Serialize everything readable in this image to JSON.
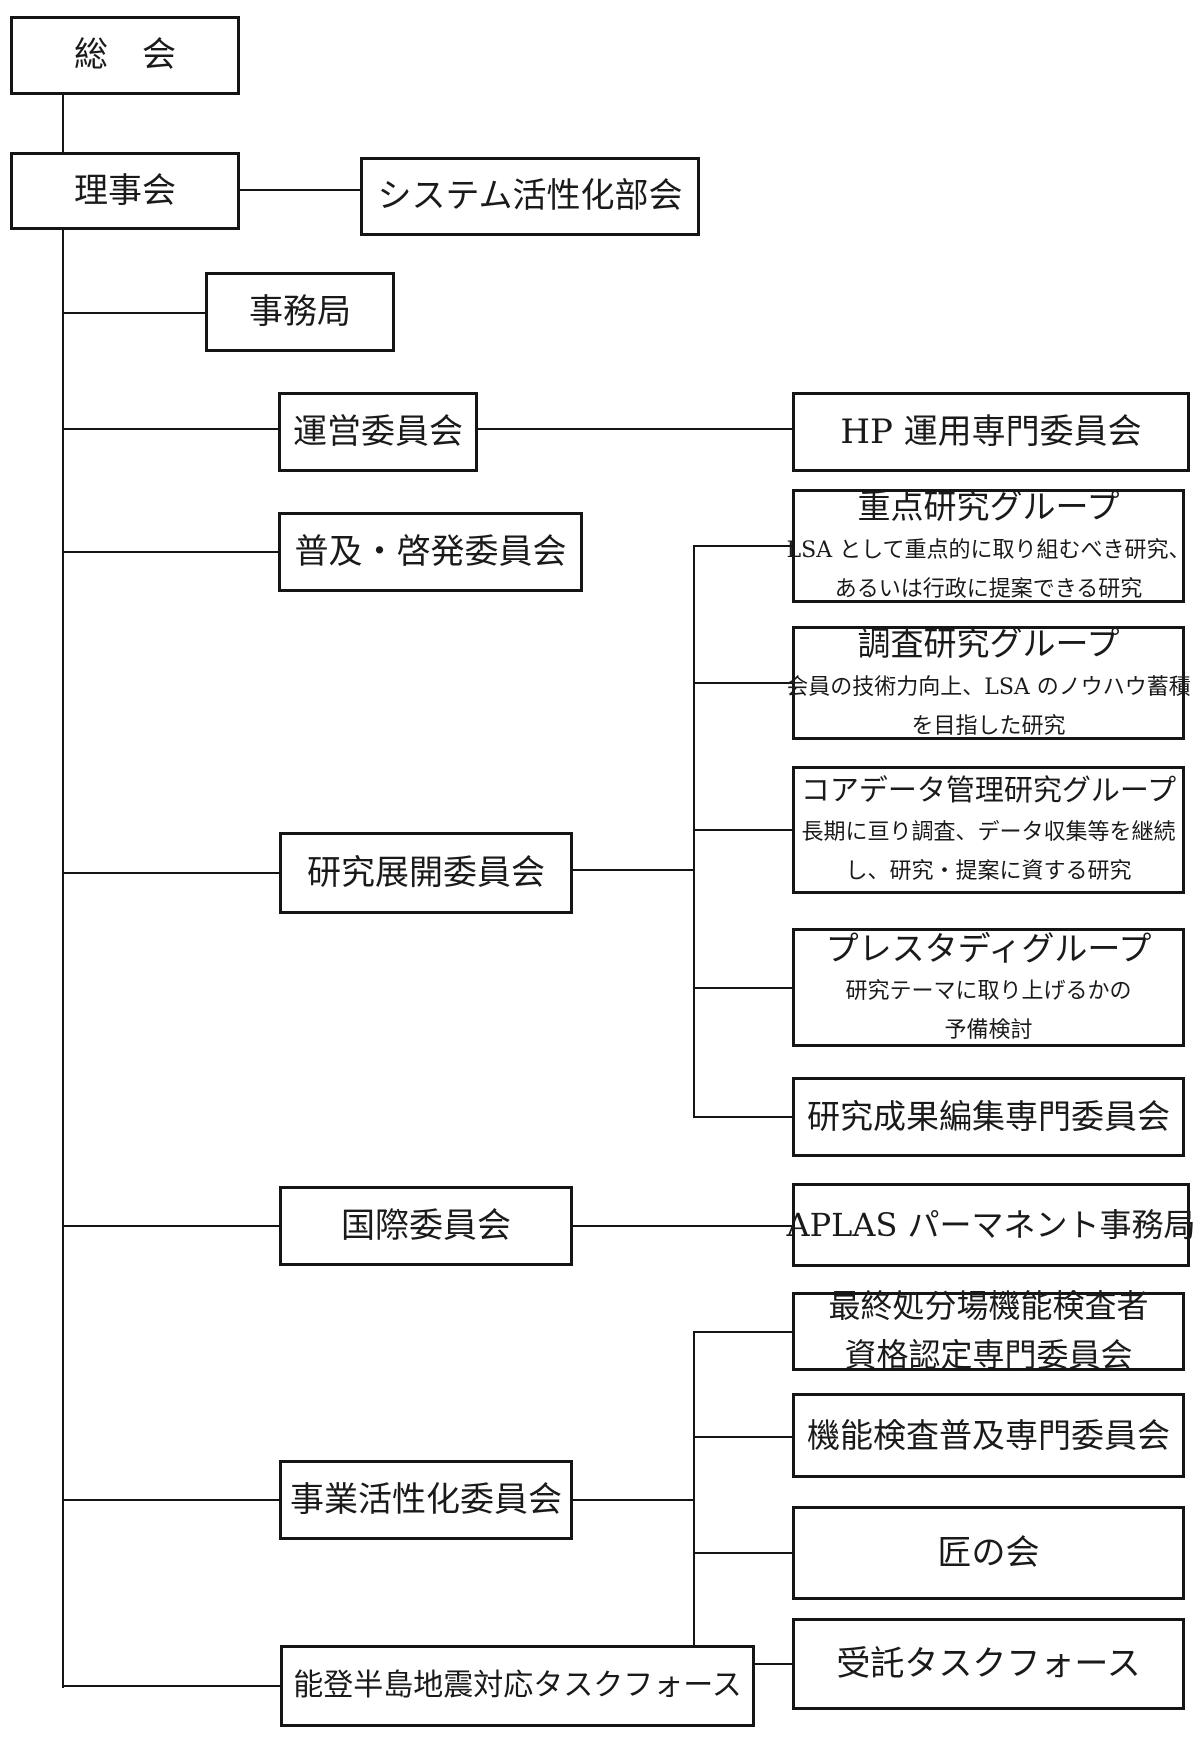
{
  "diagram_type": "organization-chart",
  "colors": {
    "background": "#ffffff",
    "line": "#151515",
    "text": "#1a1a1a"
  },
  "org": {
    "general_meeting": {
      "label": "総　会"
    },
    "board": {
      "label": "理事会"
    },
    "system_subcommittee": {
      "label": "システム活性化部会"
    },
    "secretariat": {
      "label": "事務局"
    },
    "steering": {
      "label": "運営委員会"
    },
    "hp_operation": {
      "label": "HP 運用専門委員会"
    },
    "dissemination": {
      "label": "普及・啓発委員会"
    },
    "research_dev": {
      "label": "研究展開委員会"
    },
    "priority_group": {
      "title": "重点研究グループ",
      "desc1": "LSA として重点的に取り組むべき研究、",
      "desc2": "あるいは行政に提案できる研究"
    },
    "survey_group": {
      "title": "調査研究グループ",
      "desc1": "会員の技術力向上、LSA のノウハウ蓄積",
      "desc2": "を目指した研究"
    },
    "core_data_group": {
      "title": "コアデータ管理研究グループ",
      "desc1": "長期に亘り調査、データ収集等を継続",
      "desc2": "し、研究・提案に資する研究"
    },
    "pre_study_group": {
      "title": "プレスタディグループ",
      "desc1": "研究テーマに取り上げるかの",
      "desc2": "予備検討"
    },
    "results_editing": {
      "label": "研究成果編集専門委員会"
    },
    "international": {
      "label": "国際委員会"
    },
    "aplas": {
      "label": "APLAS パーマネント事務局"
    },
    "inspector_cert": {
      "line1": "最終処分場機能検査者",
      "line2": "資格認定専門委員会"
    },
    "inspection_spread": {
      "label": "機能検査普及専門委員会"
    },
    "business_activation": {
      "label": "事業活性化委員会"
    },
    "takumi": {
      "label": "匠の会"
    },
    "contract_tf": {
      "label": "受託タスクフォース"
    },
    "noto_tf": {
      "label": "能登半島地震対応タスクフォース"
    }
  }
}
